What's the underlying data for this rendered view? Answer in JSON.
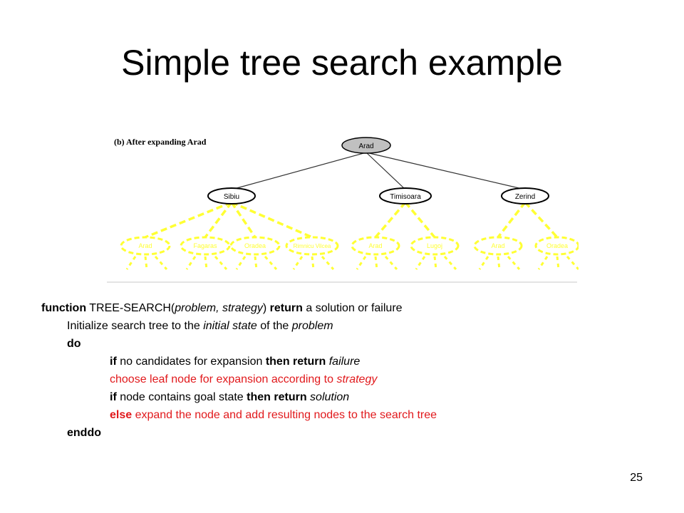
{
  "slide": {
    "title": "Simple tree search example",
    "page_number": "25"
  },
  "diagram": {
    "caption": "(b) After expanding Arad",
    "root": "Arad",
    "children": [
      "Sibiu",
      "Timisoara",
      "Zerind"
    ],
    "frontier": [
      "Arad",
      "Fagaras",
      "Oradea",
      "Rimnicu Vilcea",
      "Arad",
      "Lugoj",
      "Arad",
      "Oradea"
    ],
    "colors": {
      "expanded_fill": "#c0c0c0",
      "frontier_highlight": "#ffff33",
      "code_emphasis": "#e1191c"
    }
  },
  "code": {
    "l1": {
      "kw_function": "function",
      "name": "TREE-SEARCH(",
      "arg1": "problem,",
      "sep": " ",
      "arg2": "strategy",
      "close": ") ",
      "kw_return": "return",
      "rest": " a solution or failure"
    },
    "l2": {
      "a": "Initialize search tree to the ",
      "b": "initial state",
      "c": " of the ",
      "d": "problem"
    },
    "l3": {
      "kw": "do"
    },
    "l4": {
      "kw_if": "if",
      "a": " no candidates for expansion ",
      "kw_then": "then return",
      "sp": " ",
      "b": "failure"
    },
    "l5": {
      "a": "choose leaf node for expansion according to ",
      "b": "strategy"
    },
    "l6": {
      "kw_if": "if",
      "a": " node contains goal state ",
      "kw_then": "then return",
      "sp": " ",
      "b": "solution"
    },
    "l7": {
      "kw_else": "else",
      "a": " expand the node and add resulting nodes to the search tree"
    },
    "l8": {
      "kw": "enddo"
    }
  }
}
